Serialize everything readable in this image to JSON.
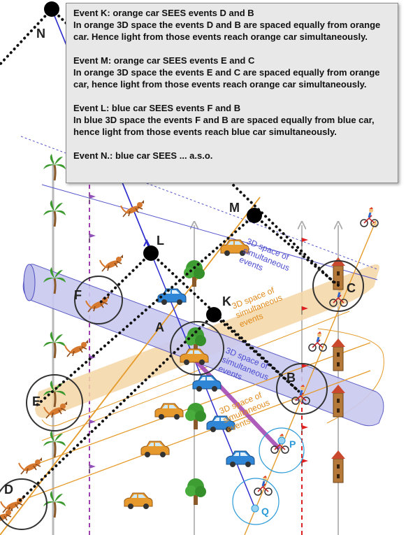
{
  "events": {
    "A": "A",
    "B": "B",
    "C": "C",
    "D": "D",
    "E": "E",
    "F": "F",
    "K": "K",
    "L": "L",
    "M": "M",
    "N": "N",
    "P": "P",
    "Q": "Q"
  },
  "space_labels": {
    "orange_3d_space": [
      "3D space of",
      "simultaneous",
      "events"
    ],
    "blue_3d_space": [
      "3D space of",
      "simultaneous",
      "events"
    ]
  },
  "notes": {
    "event_k": {
      "heading": "Event K: orange car SEES events D and B",
      "body": "In orange 3D space the events D and B are spaced equally from orange car. Hence light from those events reach orange car simultaneously."
    },
    "event_m": {
      "heading": "Event M: orange car SEES events E and C",
      "body": "In orange 3D space the events E and C are spaced equally from orange car, hence light from those events reach orange car simultaneously."
    },
    "event_l": {
      "heading": "Event L: blue car SEES events F and B",
      "body": "In blue 3D space the events F and B are spaced equally from blue car, hence light from those events reach blue car simultaneously."
    },
    "event_n": {
      "heading": "Event N.: blue car SEES ... a.s.o."
    }
  },
  "colors": {
    "orange_space": "#f5d6a6",
    "blue_space": "#c9c9f0",
    "orange_line": "#e59b2b",
    "blue_line": "#3a3ad0",
    "magenta": "#a040b0",
    "cyan": "#2a9ad8",
    "red_flag": "#e02020",
    "orange_car": "#e69a2e",
    "blue_car": "#2f86d6",
    "event_circle": "#333333",
    "light_ray": "#111111"
  },
  "icons": [
    "palm-tree-icon",
    "dog-icon",
    "tree-icon",
    "car-icon",
    "cyclist-icon",
    "tower-icon",
    "flag-icon"
  ]
}
